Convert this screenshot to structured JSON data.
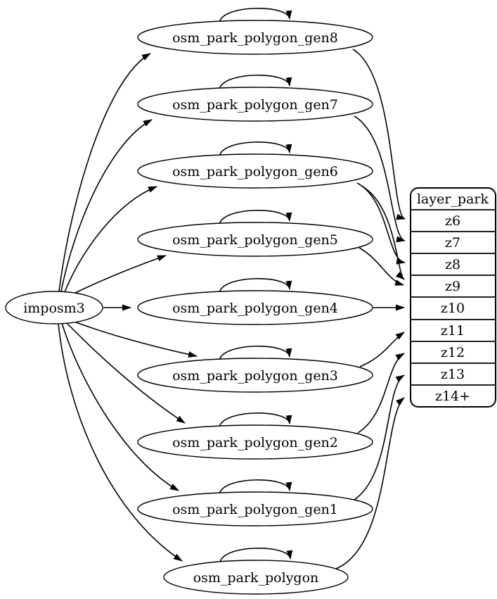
{
  "source": {
    "label": "imposm3"
  },
  "tables": [
    {
      "label": "osm_park_polygon_gen8"
    },
    {
      "label": "osm_park_polygon_gen7"
    },
    {
      "label": "osm_park_polygon_gen6"
    },
    {
      "label": "osm_park_polygon_gen5"
    },
    {
      "label": "osm_park_polygon_gen4"
    },
    {
      "label": "osm_park_polygon_gen3"
    },
    {
      "label": "osm_park_polygon_gen2"
    },
    {
      "label": "osm_park_polygon_gen1"
    },
    {
      "label": "osm_park_polygon"
    }
  ],
  "layer": {
    "title": "layer_park",
    "rows": [
      "z6",
      "z7",
      "z8",
      "z9",
      "z10",
      "z11",
      "z12",
      "z13",
      "z14+"
    ]
  },
  "edges": {
    "from_source_to": [
      "osm_park_polygon_gen8",
      "osm_park_polygon_gen7",
      "osm_park_polygon_gen6",
      "osm_park_polygon_gen5",
      "osm_park_polygon_gen4",
      "osm_park_polygon_gen3",
      "osm_park_polygon_gen2",
      "osm_park_polygon_gen1",
      "osm_park_polygon"
    ],
    "self_loops": [
      "osm_park_polygon_gen8",
      "osm_park_polygon_gen7",
      "osm_park_polygon_gen6",
      "osm_park_polygon_gen5",
      "osm_park_polygon_gen4",
      "osm_park_polygon_gen3",
      "osm_park_polygon_gen2",
      "osm_park_polygon_gen1",
      "osm_park_polygon"
    ],
    "to_layer_rows": [
      {
        "from": "osm_park_polygon_gen8",
        "to": "z6"
      },
      {
        "from": "osm_park_polygon_gen7",
        "to": "z7"
      },
      {
        "from": "osm_park_polygon_gen6",
        "to": "z8"
      },
      {
        "from": "osm_park_polygon_gen6",
        "to": "z9"
      },
      {
        "from": "osm_park_polygon_gen5",
        "to": "z9"
      },
      {
        "from": "osm_park_polygon_gen4",
        "to": "z10"
      },
      {
        "from": "osm_park_polygon_gen3",
        "to": "z11"
      },
      {
        "from": "osm_park_polygon_gen2",
        "to": "z12"
      },
      {
        "from": "osm_park_polygon_gen1",
        "to": "z13"
      },
      {
        "from": "osm_park_polygon",
        "to": "z14+"
      }
    ]
  },
  "colors": {
    "layer_fill": "#ffb6c1",
    "node_fill": "#ffffff",
    "edge": "#000000"
  }
}
